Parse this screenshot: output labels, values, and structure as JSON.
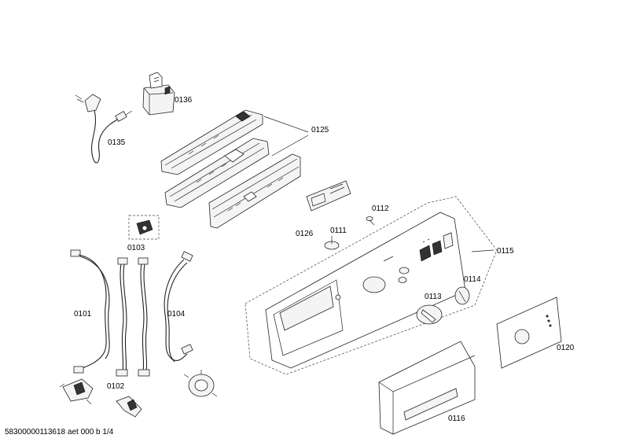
{
  "labels": {
    "p0135": "0135",
    "p0136": "0136",
    "p0125": "0125",
    "p0126": "0126",
    "p0112": "0112",
    "p0111": "0111",
    "p0103": "0103",
    "p0115": "0115",
    "p0114": "0114",
    "p0113": "0113",
    "p0101": "0101",
    "p0104": "0104",
    "p0102": "0102",
    "p0120": "0120",
    "p0116": "0116"
  },
  "footer": "58300000113618 aet 000 b 1/4"
}
